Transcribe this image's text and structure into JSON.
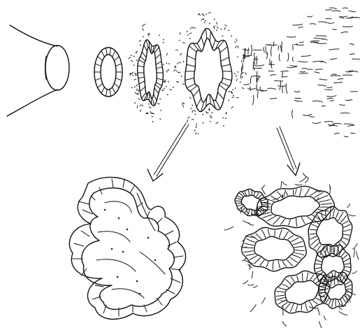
{
  "figure": {
    "description_icon": "tube-to-tissue-diagram",
    "ink_color": "#111111",
    "background_color": "#ffffff",
    "stages": [
      {
        "id": "tube",
        "icon": "open-tube-icon"
      },
      {
        "id": "cell-ring",
        "icon": "cell-ring-icon"
      },
      {
        "id": "wavy-ring-small",
        "icon": "wavy-epithelium-icon"
      },
      {
        "id": "wavy-ring-large",
        "icon": "folded-epithelium-icon"
      },
      {
        "id": "dispersed",
        "icon": "dispersed-fibers-icon"
      }
    ],
    "outcomes": [
      {
        "id": "folded-sheet",
        "icon": "folded-epithelial-sheet-icon"
      },
      {
        "id": "cyst-clusters",
        "icon": "cyst-cluster-icon"
      }
    ],
    "arrows": [
      {
        "id": "arrow-to-folded-sheet",
        "icon": "down-left-arrow-icon"
      },
      {
        "id": "arrow-to-cysts",
        "icon": "down-right-arrow-icon"
      }
    ]
  }
}
